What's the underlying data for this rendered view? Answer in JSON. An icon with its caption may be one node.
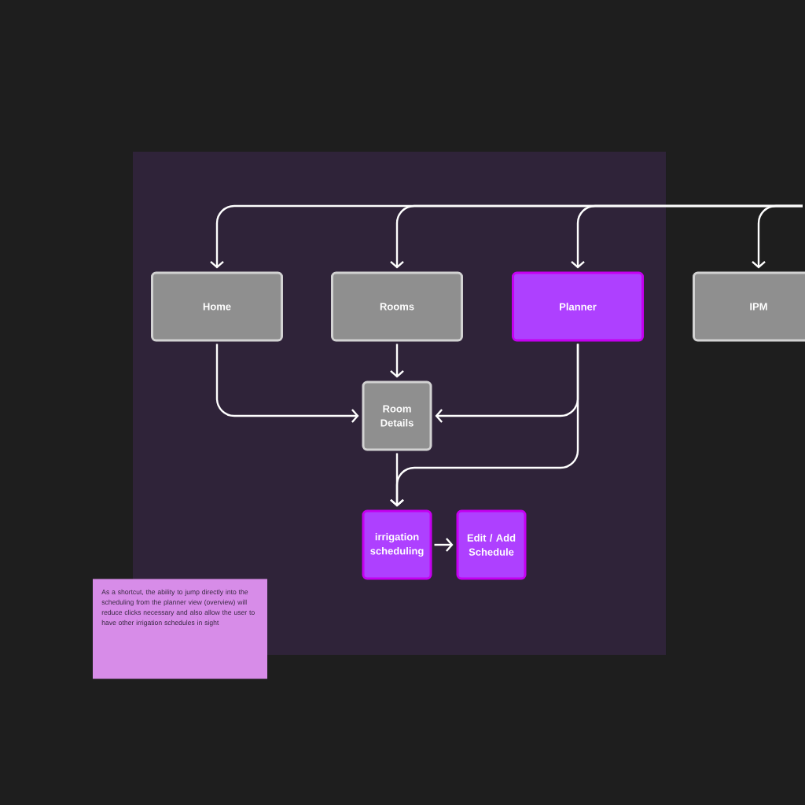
{
  "diagram": {
    "nodes": [
      {
        "text": [
          "Home"
        ]
      },
      {
        "text": [
          "Rooms"
        ]
      },
      {
        "text": [
          "Planner"
        ]
      },
      {
        "text": [
          "IPM"
        ]
      },
      {
        "text": [
          "Room Details"
        ]
      },
      {
        "text": [
          "irrigation scheduling"
        ]
      },
      {
        "text": [
          "Edit / Add Schedule"
        ]
      },
      {
        "text": [
          "As a shortcut, the ability to jump directly into the scheduling from the planner view (overview) will reduce clicks necessary and also allow the user to have other irrigation schedules in sight"
        ]
      }
    ],
    "edges": [
      {
        "from": null,
        "to": 0,
        "arrow": "to"
      },
      {
        "from": null,
        "to": 1,
        "arrow": "to"
      },
      {
        "from": null,
        "to": 2,
        "arrow": "to"
      },
      {
        "from": null,
        "to": 3,
        "arrow": "to"
      },
      {
        "from": 0,
        "to": 4,
        "arrow": "to"
      },
      {
        "from": 1,
        "to": 4,
        "arrow": "to"
      },
      {
        "from": 2,
        "to": 4,
        "arrow": "to"
      },
      {
        "from": 4,
        "to": 5,
        "arrow": "to"
      },
      {
        "from": 2,
        "to": 5,
        "arrow": "to"
      },
      {
        "from": 5,
        "to": 6,
        "arrow": "to"
      }
    ]
  }
}
